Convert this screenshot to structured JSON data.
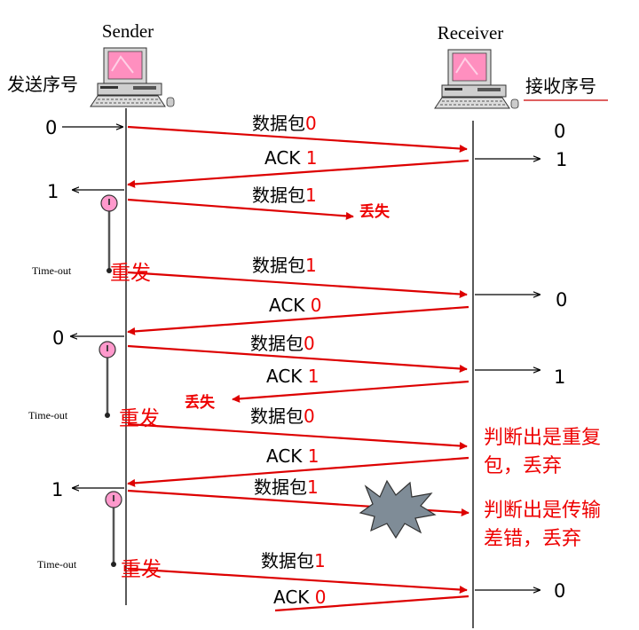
{
  "header": {
    "sender_title": "Sender",
    "receiver_title": "Receiver",
    "sender_seq_label": "发送序号",
    "receiver_seq_label": "接收序号"
  },
  "sender_seq": [
    "0",
    "1",
    "0",
    "1"
  ],
  "receiver_seq": [
    "0",
    "1",
    "0",
    "1",
    "0"
  ],
  "messages": {
    "m1": {
      "prefix": "数据包",
      "num": "0"
    },
    "m2": {
      "prefix": "ACK ",
      "num": "1"
    },
    "m3": {
      "prefix": "数据包",
      "num": "1"
    },
    "m4": {
      "prefix": "数据包",
      "num": "1"
    },
    "m5": {
      "prefix": "ACK ",
      "num": "0"
    },
    "m6": {
      "prefix": "数据包",
      "num": "0"
    },
    "m7": {
      "prefix": "ACK ",
      "num": "1"
    },
    "m8": {
      "prefix": "数据包",
      "num": "0"
    },
    "m9": {
      "prefix": "ACK ",
      "num": "1"
    },
    "m10": {
      "prefix": "数据包",
      "num": "1"
    },
    "m11": {
      "prefix": "数据包",
      "num": "1"
    },
    "m12": {
      "prefix": "ACK ",
      "num": "0"
    }
  },
  "annotations": {
    "lost": "丢失",
    "resend": "重发",
    "timeout": "Time-out",
    "duplicate_line1": "判断出是重复",
    "duplicate_line2": "包，丢弃",
    "error_line1": "判断出是传输",
    "error_line2": "差错，丢弃"
  },
  "colors": {
    "arrow": "#dd0000",
    "annotation": "#ee0000",
    "timer": "#ff99cc",
    "burst": "#7f8c97"
  }
}
